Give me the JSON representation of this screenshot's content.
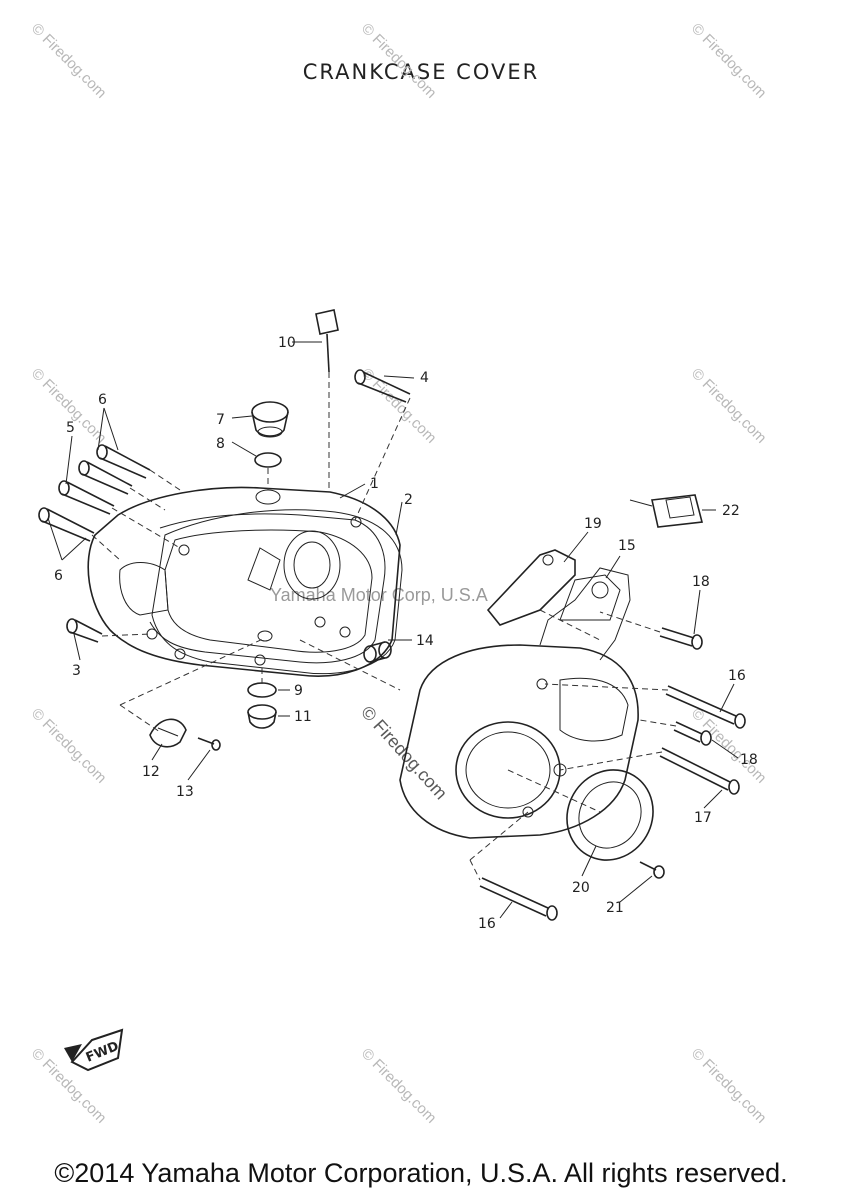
{
  "title": "CRANKCASE COVER",
  "footer": "©2014 Yamaha Motor Corporation, U.S.A. All rights reserved.",
  "fwd_label": "FWD",
  "watermarks": {
    "firedog": "© Firedog.com",
    "yamaha_center": "Yamaha Motor Corp, U.S.A",
    "firedog_center": "© Firedog.com"
  },
  "callouts": [
    "1",
    "2",
    "3",
    "4",
    "5",
    "6",
    "6",
    "7",
    "8",
    "9",
    "10",
    "11",
    "12",
    "13",
    "14",
    "15",
    "16",
    "16",
    "17",
    "18",
    "18",
    "19",
    "20",
    "21",
    "22"
  ]
}
